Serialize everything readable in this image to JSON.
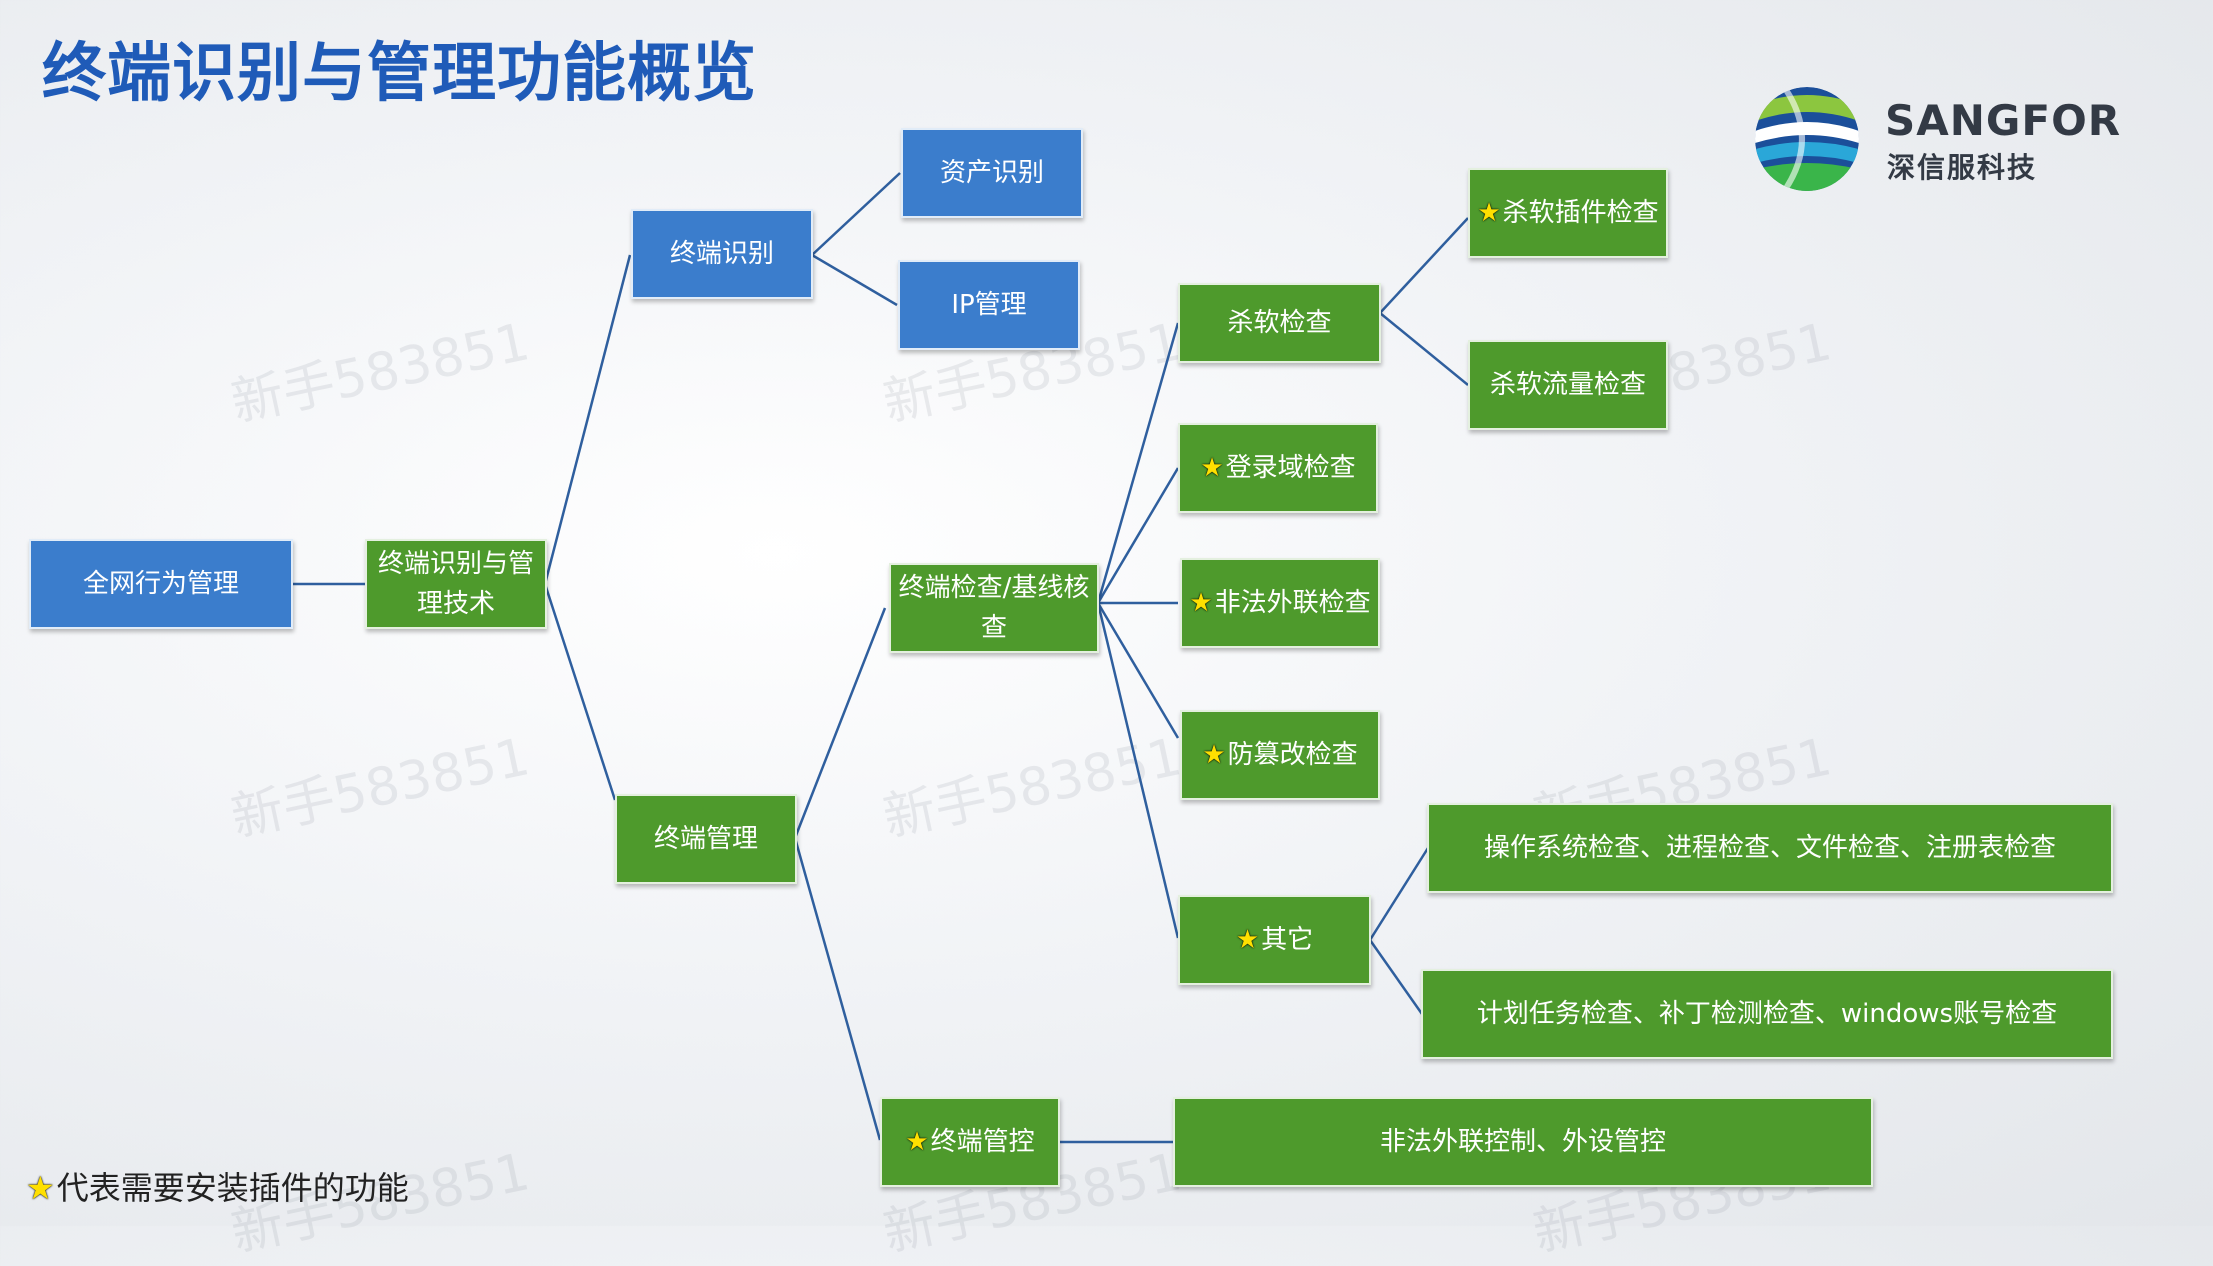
{
  "title": "终端识别与管理功能概览",
  "watermark": "新手583851",
  "logo": {
    "brand": "SANGFOR",
    "subtitle": "深信服科技"
  },
  "legend": "代表需要安装插件的功能",
  "nodes": {
    "root": "全网行为管理",
    "tech": "终端识别与管理技术",
    "identify": "终端识别",
    "asset": "资产识别",
    "ip": "IP管理",
    "manage": "终端管理",
    "check": "终端检查/基线核查",
    "av": "杀软检查",
    "av_plugin": "杀软插件检查",
    "av_traffic": "杀软流量检查",
    "domain": "登录域检查",
    "outlink": "非法外联检查",
    "tamper": "防篡改检查",
    "other": "其它",
    "other1": "操作系统检查、进程检查、文件检查、注册表检查",
    "other2": "计划任务检查、补丁检测检查、windows账号检查",
    "control": "终端管控",
    "control_detail": "非法外联控制、外设管控"
  },
  "colors": {
    "blue": "#3b7dcc",
    "green": "#4e9a2c",
    "title": "#1f5bb8",
    "line": "#2f5f9e"
  }
}
